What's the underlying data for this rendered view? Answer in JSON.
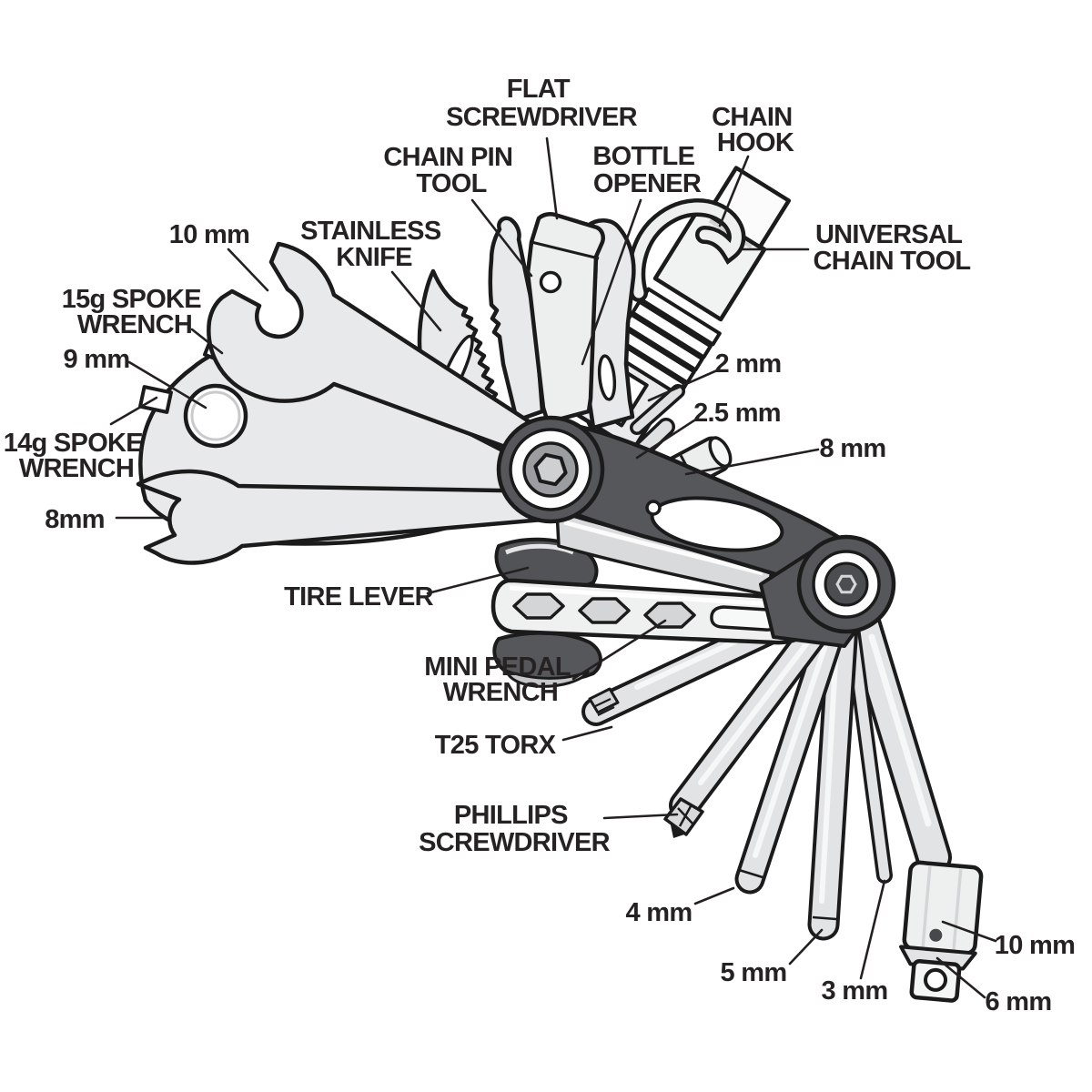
{
  "diagram": {
    "subject": "bike-multitool-parts-diagram",
    "colors": {
      "background": "#ffffff",
      "outline": "#1b1b1b",
      "text": "#262223",
      "body_dark": "#55575a",
      "steel_light": "#e8e9ea",
      "highlight": "#fafafa"
    },
    "labels": {
      "flat_screwdriver": {
        "lines": [
          "FLAT",
          "SCREWDRIVER"
        ]
      },
      "chain_pin_tool": {
        "lines": [
          "CHAIN PIN",
          "TOOL"
        ]
      },
      "bottle_opener": {
        "lines": [
          "BOTTLE",
          "OPENER"
        ]
      },
      "chain_hook": {
        "lines": [
          "CHAIN",
          "HOOK"
        ]
      },
      "universal_chain_tool": {
        "lines": [
          "UNIVERSAL",
          "CHAIN TOOL"
        ]
      },
      "stainless_knife": {
        "lines": [
          "STAINLESS",
          "KNIFE"
        ]
      },
      "wrench_10mm": {
        "lines": [
          "10 mm"
        ]
      },
      "spoke_15g": {
        "lines": [
          "15g SPOKE",
          "WRENCH"
        ]
      },
      "hex_9mm": {
        "lines": [
          "9 mm"
        ]
      },
      "spoke_14g": {
        "lines": [
          "14g SPOKE",
          "WRENCH"
        ]
      },
      "wrench_8mm": {
        "lines": [
          "8mm"
        ]
      },
      "hex_2mm": {
        "lines": [
          "2 mm"
        ]
      },
      "hex_2_5mm": {
        "lines": [
          "2.5 mm"
        ]
      },
      "socket_8mm": {
        "lines": [
          "8 mm"
        ]
      },
      "tire_lever": {
        "lines": [
          "TIRE LEVER"
        ]
      },
      "mini_pedal_wrench": {
        "lines": [
          "MINI PEDAL",
          "WRENCH"
        ]
      },
      "t25_torx": {
        "lines": [
          "T25 TORX"
        ]
      },
      "phillips_screwdriver": {
        "lines": [
          "PHILLIPS",
          "SCREWDRIVER"
        ]
      },
      "hex_4mm": {
        "lines": [
          "4 mm"
        ]
      },
      "hex_5mm": {
        "lines": [
          "5 mm"
        ]
      },
      "hex_3mm": {
        "lines": [
          "3 mm"
        ]
      },
      "socket_10mm": {
        "lines": [
          "10 mm"
        ]
      },
      "hex_6mm": {
        "lines": [
          "6 mm"
        ]
      }
    }
  }
}
